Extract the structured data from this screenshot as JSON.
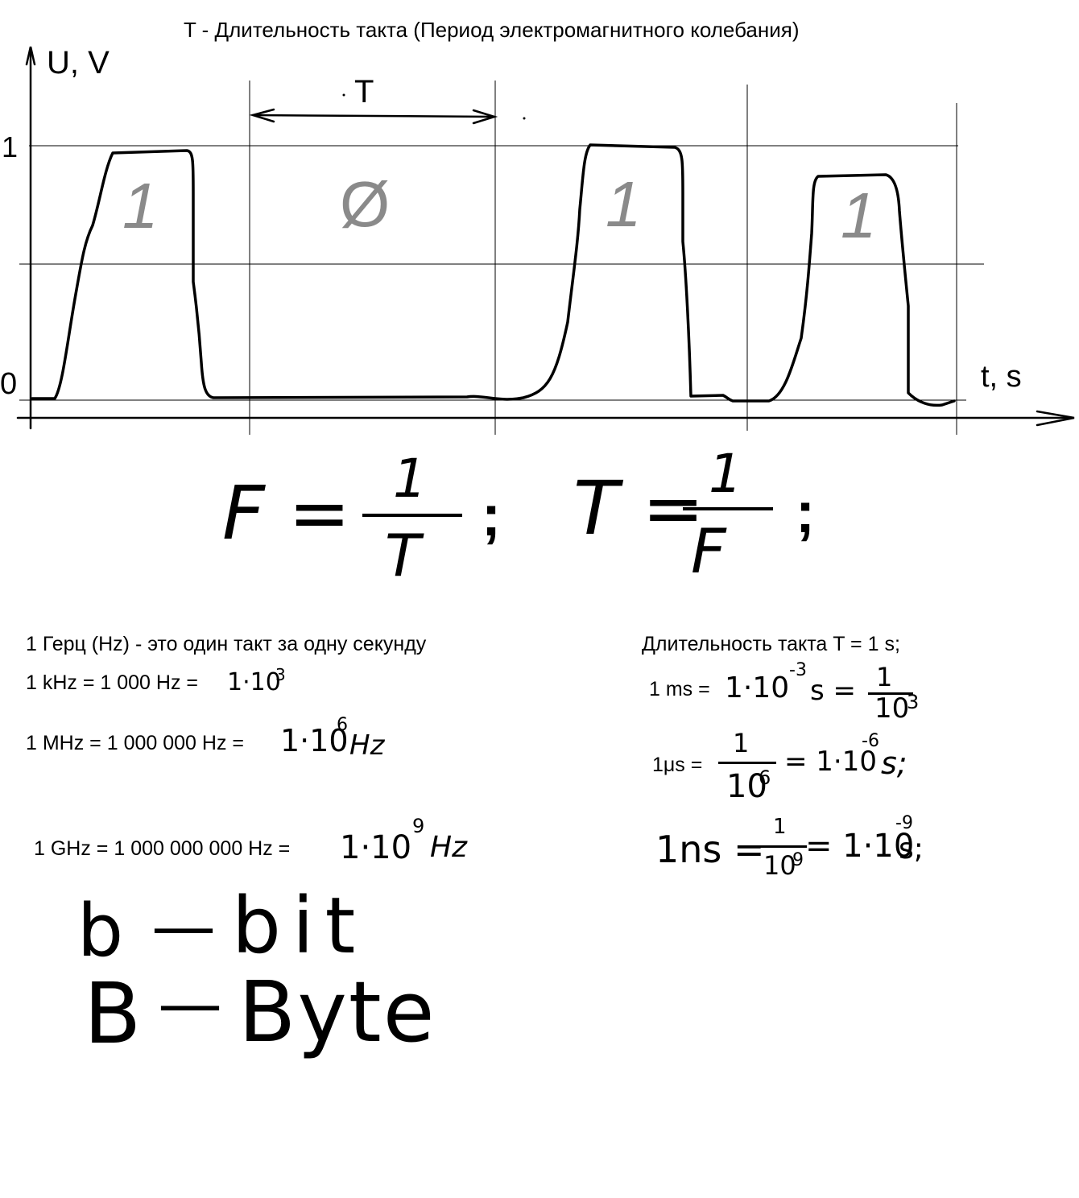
{
  "title": "T - Длительность такта (Период электромагнитного колебания)",
  "axes": {
    "y_label": "U, V",
    "x_label": "t, s",
    "tick_one": "1",
    "tick_zero": "0",
    "period_label": "T"
  },
  "bit_labels": [
    "1",
    "Ø",
    "1",
    "1"
  ],
  "formulas": {
    "freq_lhs": "F =",
    "freq_num": "1",
    "freq_den": "T",
    "period_lhs": "T =",
    "period_num": "1",
    "period_den": "F",
    "sep": ";"
  },
  "left_notes": {
    "hertz_def": "1 Герц (Hz) - это один такт за одну секунду",
    "khz_text": "1 kHz = 1 000 Hz =",
    "khz_hand": "1·10",
    "khz_exp": "3",
    "mhz_text": "1 MHz = 1 000 000 Hz =",
    "mhz_hand": "1·10",
    "mhz_exp": "6",
    "mhz_unit": "Hz",
    "ghz_text": "1 GHz = 1 000 000 000 Hz =",
    "ghz_hand": "1·10",
    "ghz_exp": "9",
    "ghz_unit": "Hz"
  },
  "right_notes": {
    "period_def": "Длительность такта T = 1 s;",
    "ms_text": "1 ms =",
    "ms_hand": "1·10",
    "ms_exp": "-3",
    "ms_unit": "s =",
    "ms_num": "1",
    "ms_den": "10",
    "ms_den_exp": "3",
    "us_text": "1μs =",
    "us_num": "1",
    "us_den": "10",
    "us_den_exp": "6",
    "us_eq": "= 1·10",
    "us_exp": "-6",
    "us_unit": "s;",
    "ns_lhs": "1ns =",
    "ns_num": "1",
    "ns_den": "10",
    "ns_den_exp": "9",
    "ns_eq": "= 1·10",
    "ns_exp": "-9",
    "ns_unit": "s;"
  },
  "units": {
    "bit_short": "b",
    "bit_dash": "—",
    "bit_word": "bit",
    "byte_short": "B",
    "byte_dash": "—",
    "byte_word": "Byte"
  }
}
